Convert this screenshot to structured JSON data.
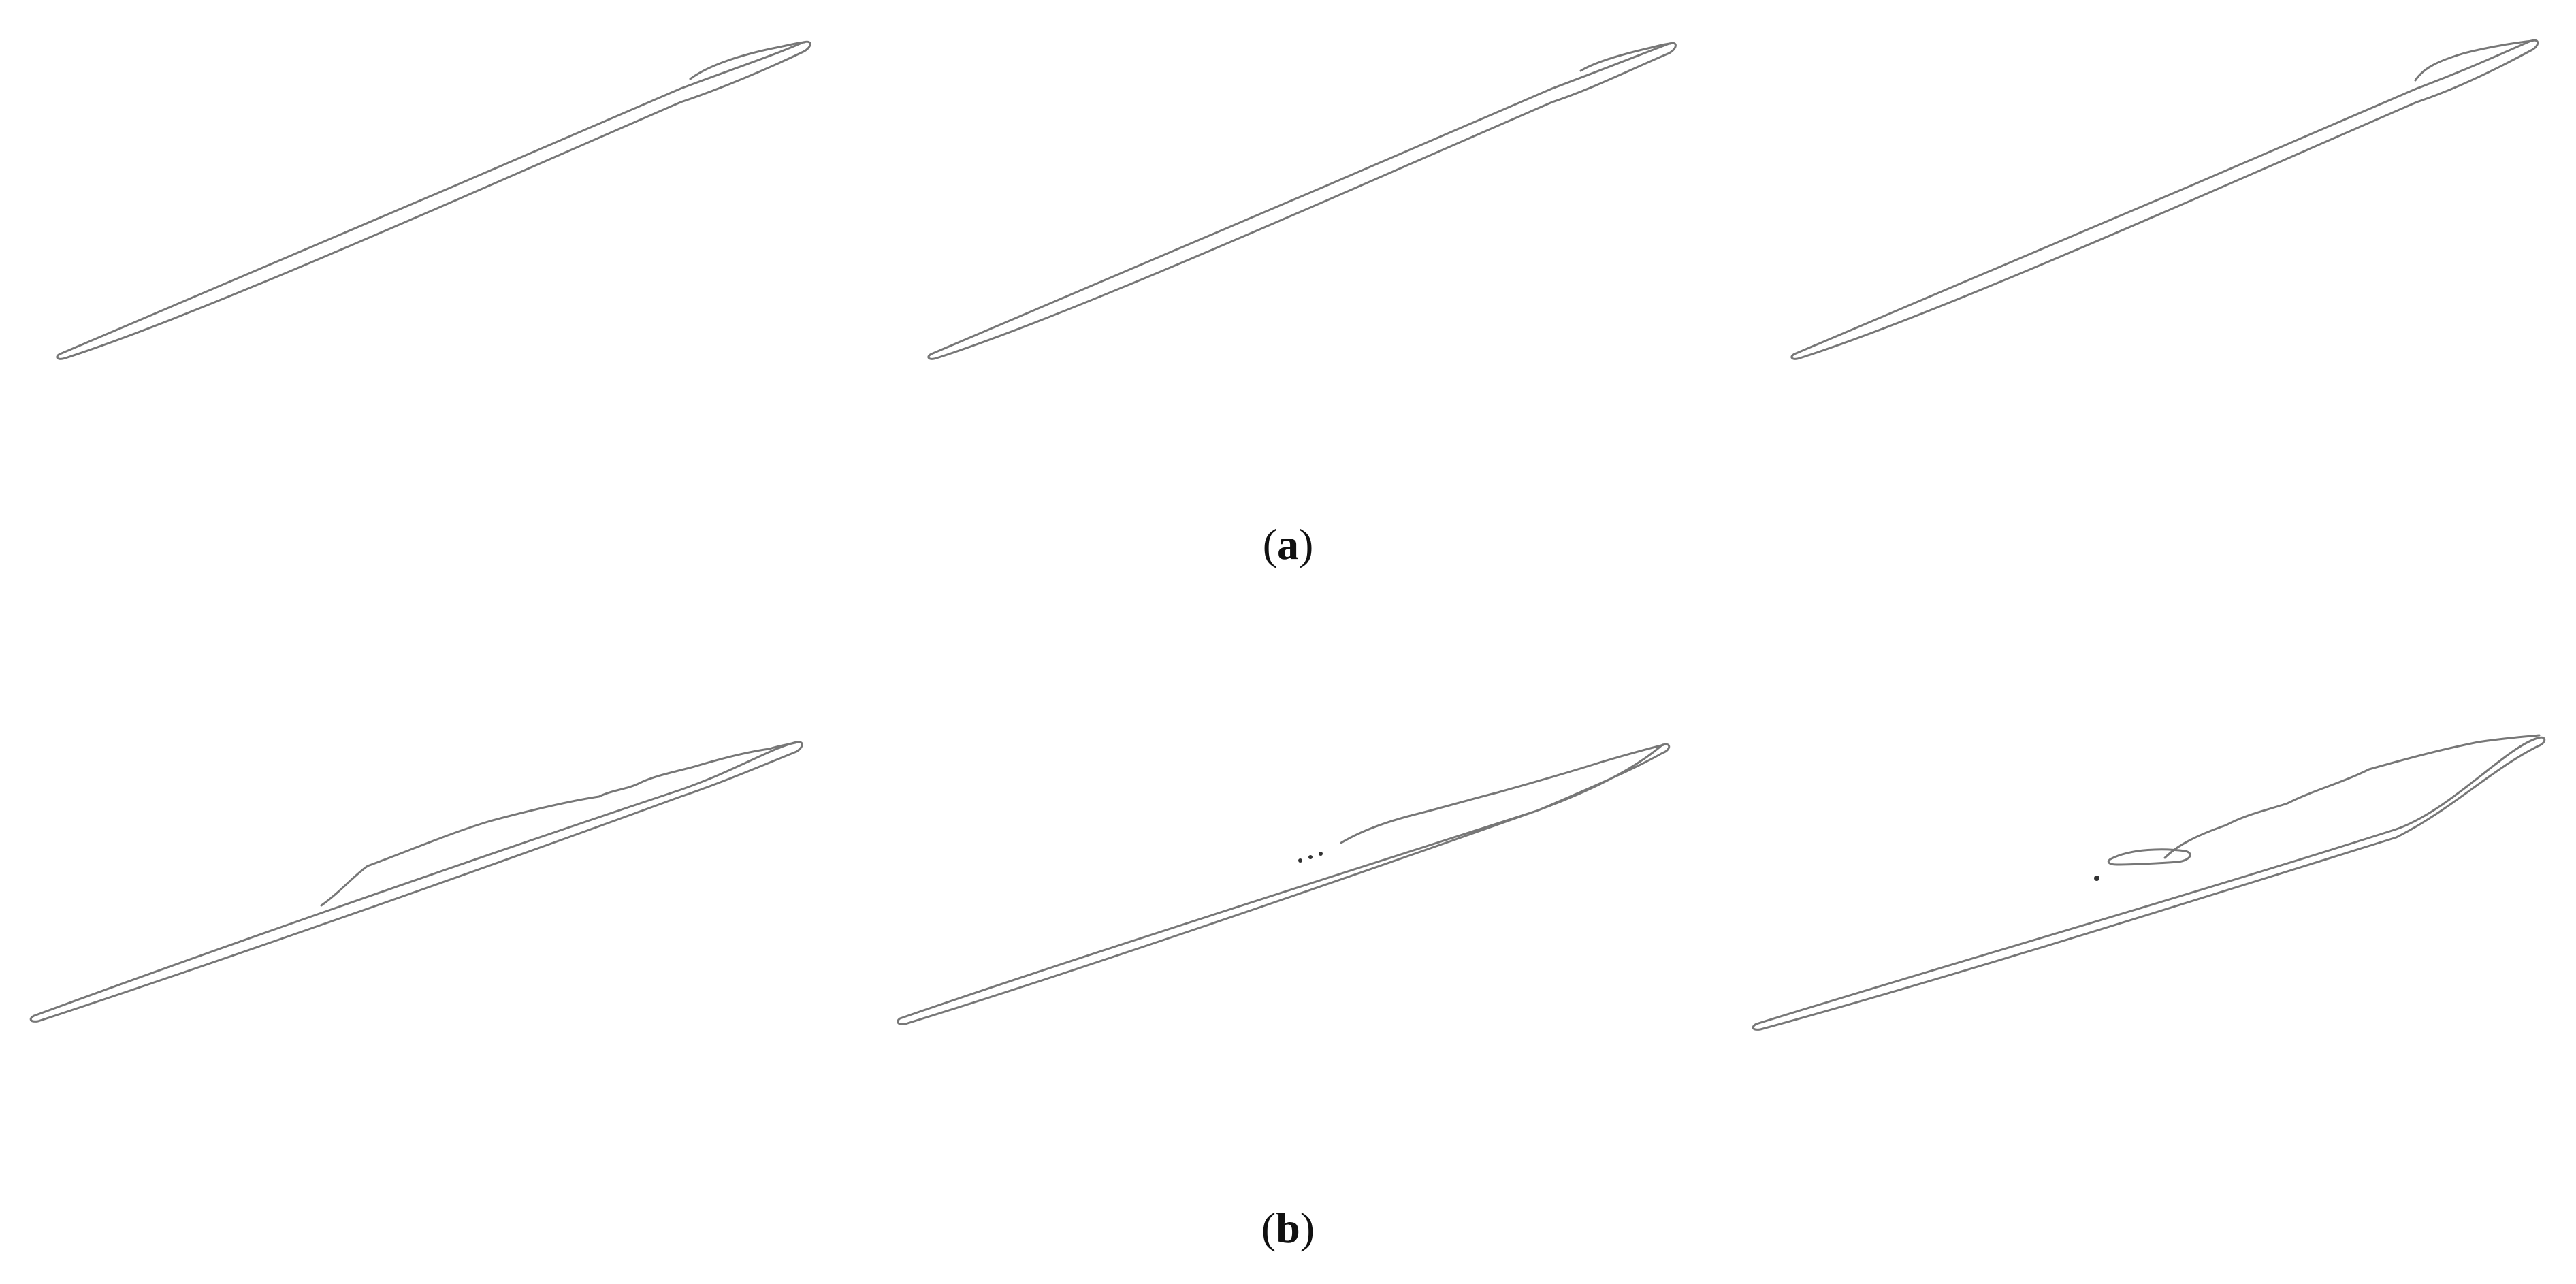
{
  "figure": {
    "rows": [
      {
        "label": "a",
        "panels": [
          {
            "profile": "airfoil-with-separation-bubble"
          },
          {
            "profile": "airfoil-with-separation-bubble"
          },
          {
            "profile": "airfoil-with-separation-bubble"
          }
        ]
      },
      {
        "label": "b",
        "panels": [
          {
            "profile": "airfoil-with-separation-bubble"
          },
          {
            "profile": "airfoil-with-separation-bubble"
          },
          {
            "profile": "airfoil-with-separation-bubble"
          }
        ]
      }
    ],
    "stroke_color": "#777777",
    "background": "#ffffff"
  },
  "captions": {
    "a": {
      "open": "(",
      "letter": "a",
      "close": ")"
    },
    "b": {
      "open": "(",
      "letter": "b",
      "close": ")"
    }
  }
}
